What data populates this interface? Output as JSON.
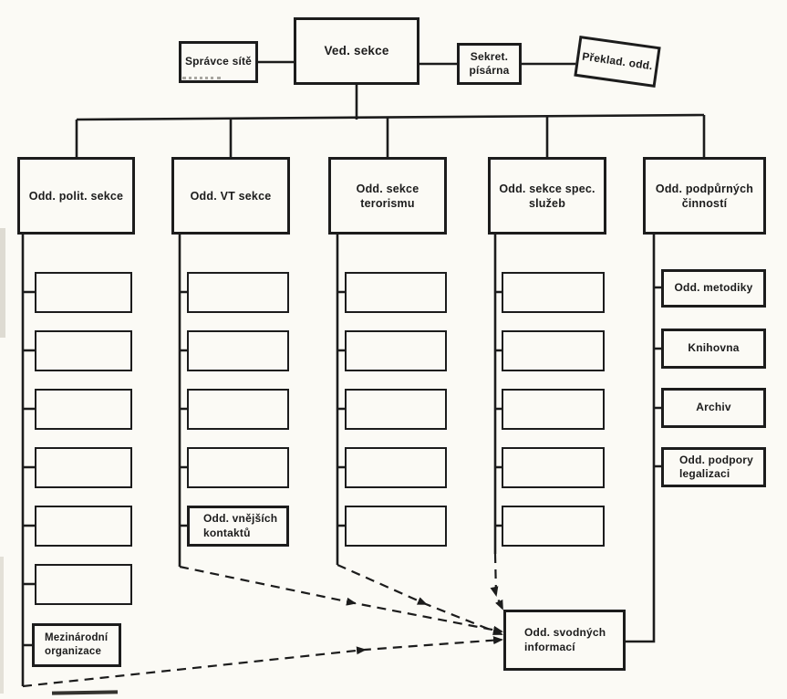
{
  "colors": {
    "ink": "#1c1c1c",
    "paper": "#fbfaf5"
  },
  "nodes": {
    "spravce_site": "Správce sítě",
    "ved_sekce": "Ved. sekce",
    "sekret_pisarna": "Sekret.\npísárna",
    "preklad_odd": "Překlad. odd.",
    "odd_polit_sekce": "Odd. polit. sekce",
    "odd_vt_sekce": "Odd. VT sekce",
    "odd_sekce_terorismu": "Odd. sekce\nterorismu",
    "odd_sekce_spec_sluzeb": "Odd. sekce spec.\nslužeb",
    "odd_podpurnych_cinnosti": "Odd. podpůrných\nčinností",
    "odd_vnejsich_kontaktu": "Odd. vnějších\nkontaktů",
    "mezinarodni_organizace": "Mezinárodní\norganizace",
    "odd_metodiky": "Odd. metodiky",
    "knihovna": "Knihovna",
    "archiv": "Archiv",
    "odd_podpory_legalizaci": "Odd. podpory\nlegalizaci",
    "odd_svodnych_informaci": "Odd. svodných\ninformací"
  },
  "unlabeled_subordinate_boxes": {
    "odd_polit_sekce": 6,
    "odd_vt_sekce": 4,
    "odd_sekce_terorismu": 5,
    "odd_sekce_spec_sluzeb": 5
  }
}
